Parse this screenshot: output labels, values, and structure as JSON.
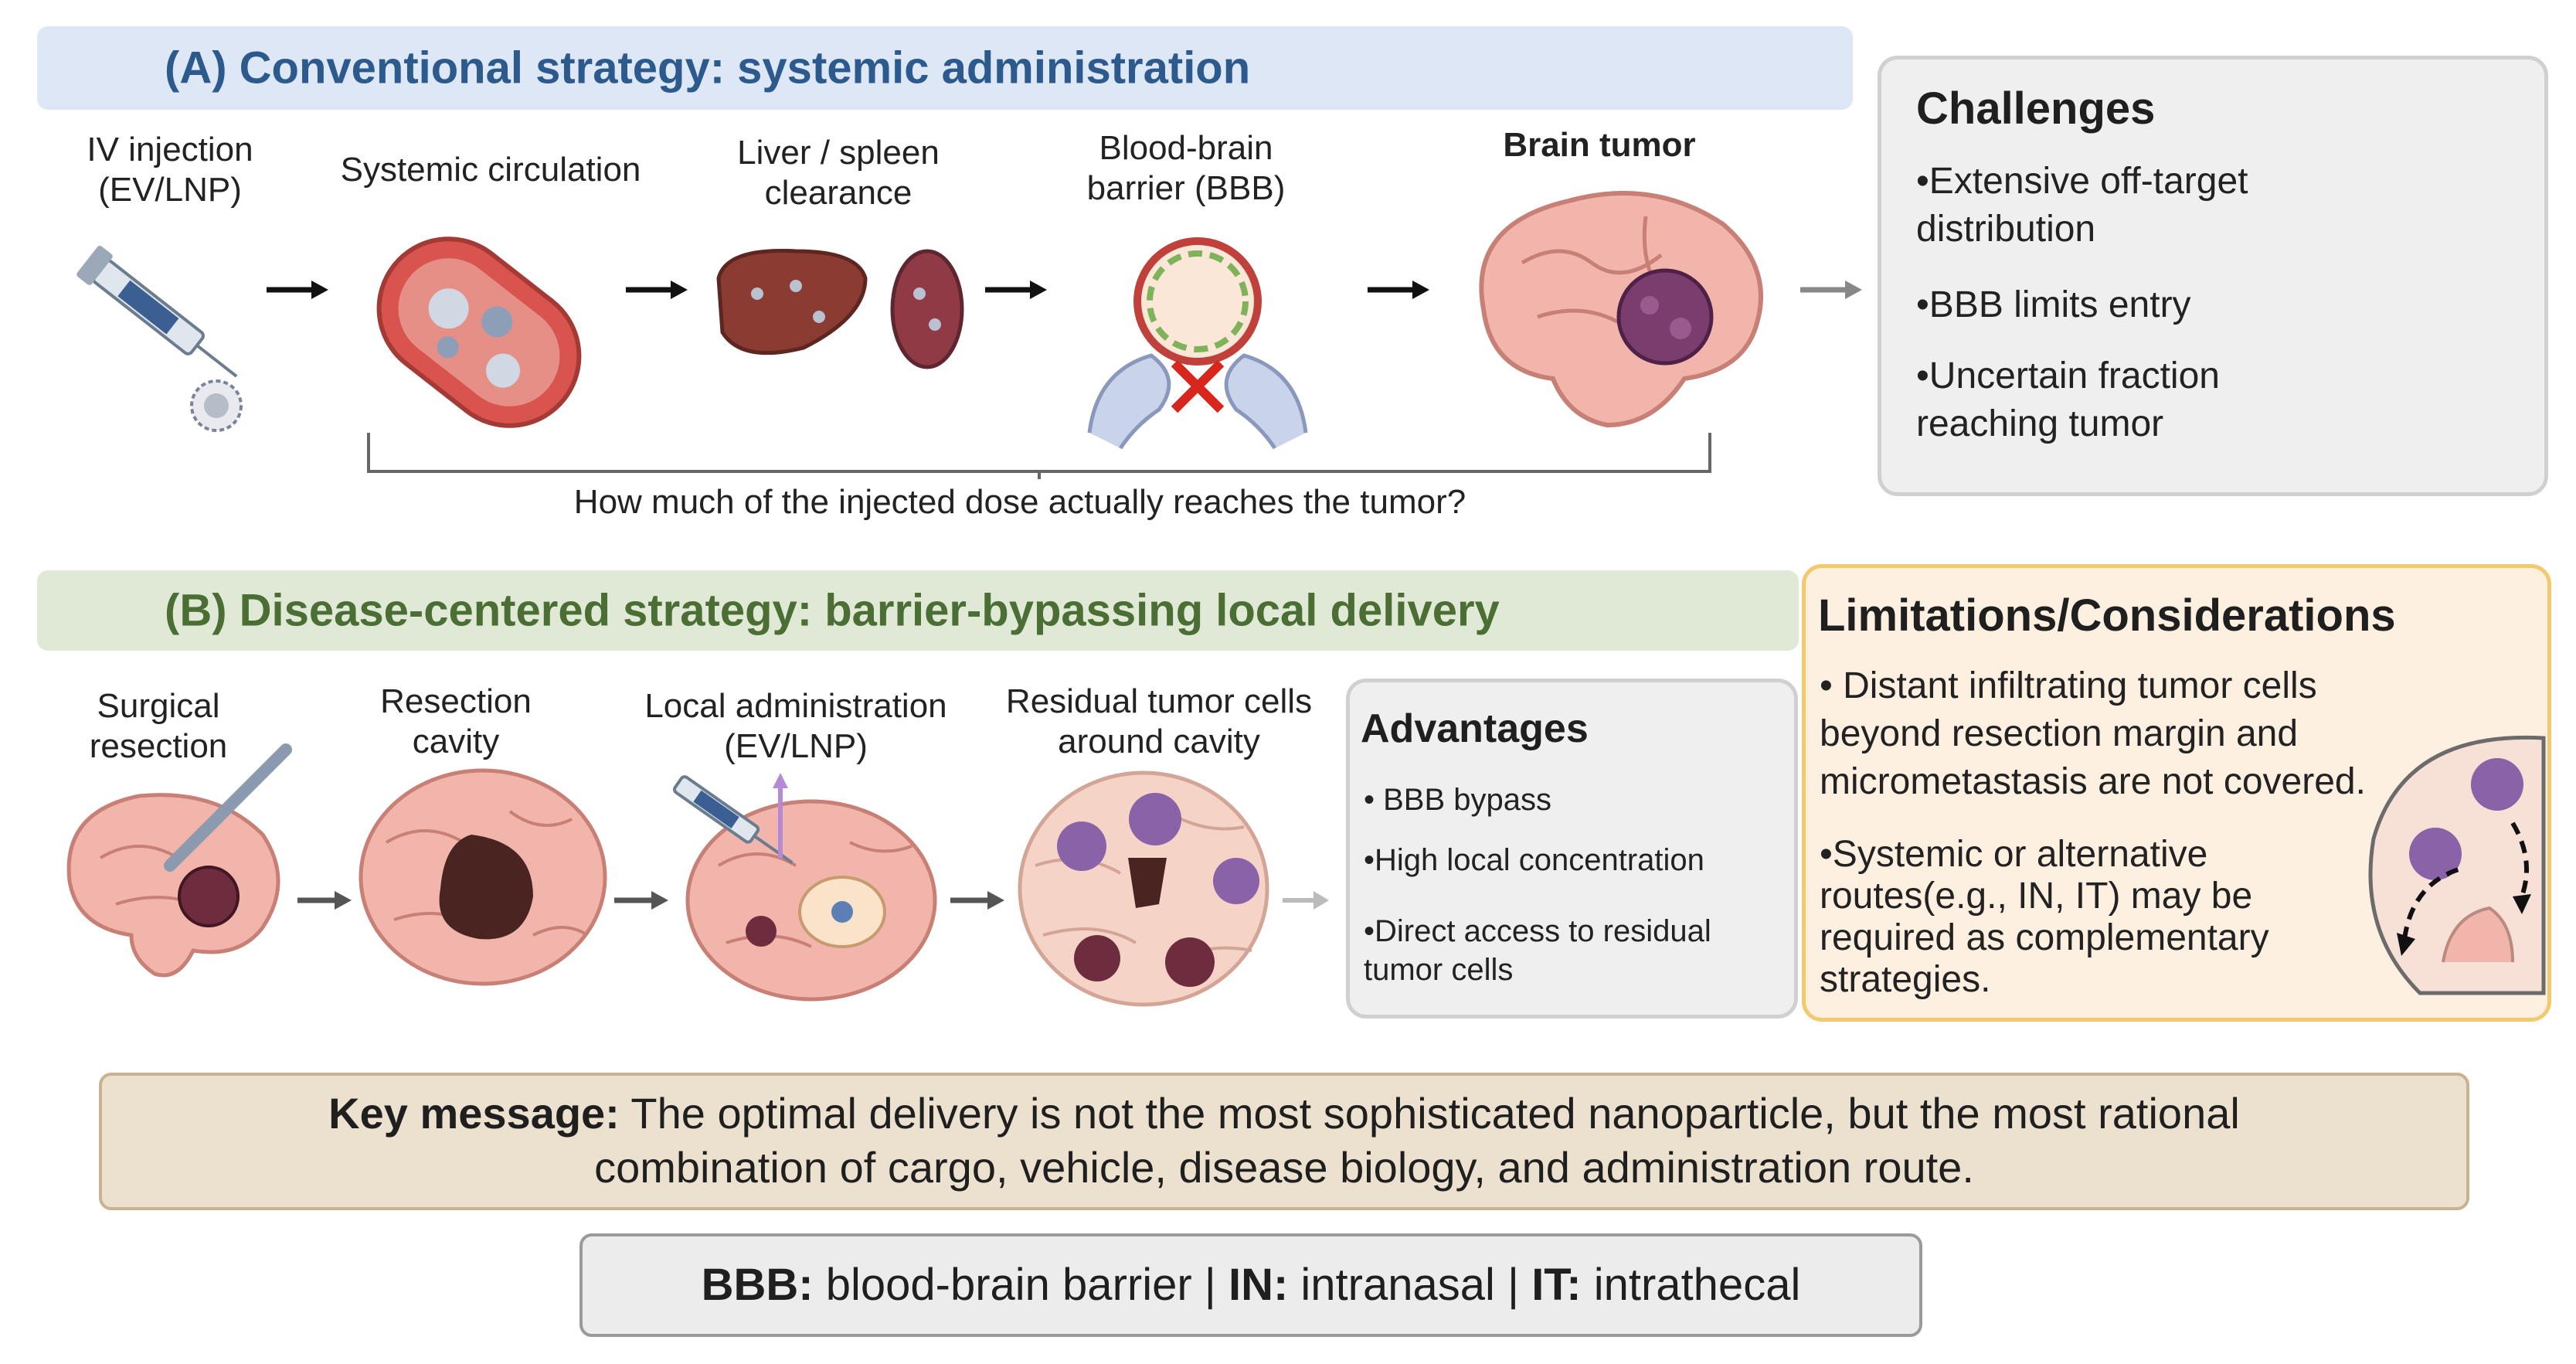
{
  "panel_a": {
    "title": "(A) Conventional strategy: systemic administration",
    "steps": [
      {
        "label": "IV injection\n(EV/LNP)"
      },
      {
        "label": "Systemic circulation"
      },
      {
        "label": "Liver / spleen\nclearance"
      },
      {
        "label": "Blood-brain\nbarrier (BBB)"
      },
      {
        "label": "Brain tumor"
      }
    ],
    "question": "How much of the injected dose actually reaches the tumor?",
    "challenges": {
      "title": "Challenges",
      "items": [
        "•Extensive off-target",
        "distribution",
        "•BBB limits entry",
        "•Uncertain fraction",
        "reaching tumor"
      ]
    }
  },
  "panel_b": {
    "title": "(B) Disease-centered strategy: barrier-bypassing local delivery",
    "steps": [
      {
        "label": "Surgical\nresection"
      },
      {
        "label": "Resection\ncavity"
      },
      {
        "label": "Local administration\n(EV/LNP)"
      },
      {
        "label": "Residual tumor cells\naround cavity"
      }
    ],
    "advantages": {
      "title": "Advantages",
      "items": [
        "• BBB bypass",
        "•High local concentration",
        "•Direct access to residual",
        "tumor cells"
      ]
    },
    "limitations": {
      "title": "Limitations/Considerations",
      "items": [
        "• Distant infiltrating tumor cells",
        "beyond resection margin and",
        "micrometastasis are not covered.",
        "•Systemic or alternative",
        "routes(e.g., IN, IT) may be",
        "required as complementary",
        "strategies."
      ]
    }
  },
  "key_message": {
    "label": "Key message:",
    "line1": " The optimal delivery is not the most sophisticated nanoparticle, but the most rational",
    "line2": "combination of cargo, vehicle, disease biology, and administration route."
  },
  "abbreviations": {
    "bbb_key": "BBB:",
    "bbb_val": " blood-brain barrier | ",
    "in_key": "IN:",
    "in_val": " intranasal | ",
    "it_key": "IT:",
    "it_val": " intrathecal"
  },
  "colors": {
    "panel_a_bg": "#dde7f5",
    "panel_a_title": "#2d5a8c",
    "panel_b_bg": "#dfe9d6",
    "panel_b_title": "#4a6e33",
    "brain_pink": "#f2b5ab",
    "tumor_purple": "#7b3d6e",
    "key_bg": "#ece1cf",
    "limitations_border": "#f2c96d"
  }
}
